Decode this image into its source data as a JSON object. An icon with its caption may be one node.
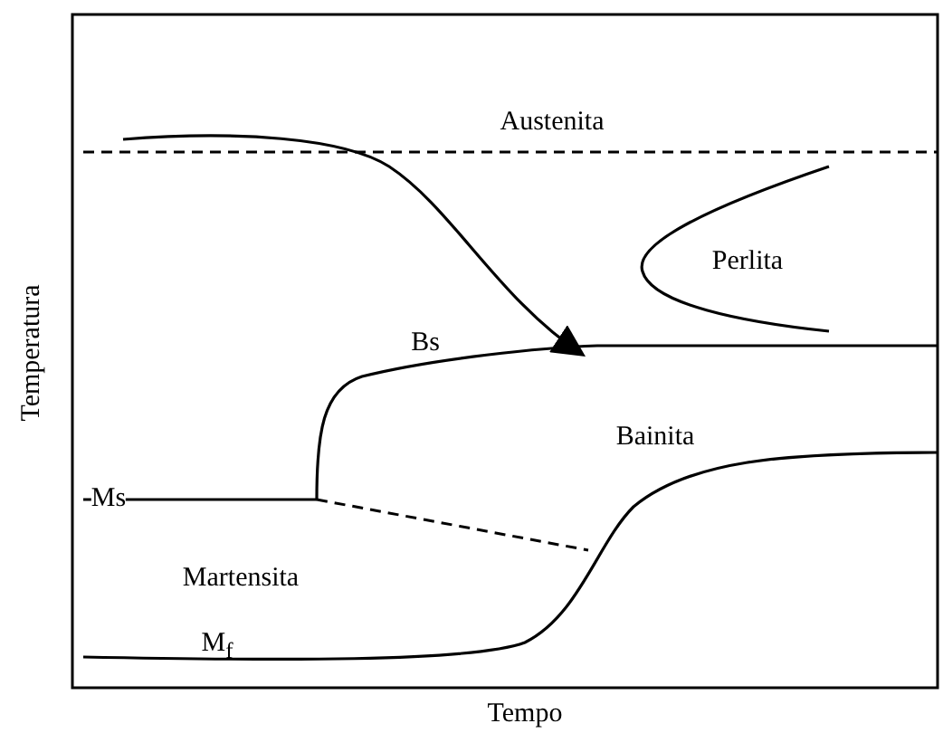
{
  "diagram": {
    "labels": [
      "Austenita",
      "Perlita",
      "Bs",
      "Bainita",
      "Ms",
      "Martensita",
      "M$_{f}$",
      "Temperatura",
      "Tempo"
    ]
  }
}
